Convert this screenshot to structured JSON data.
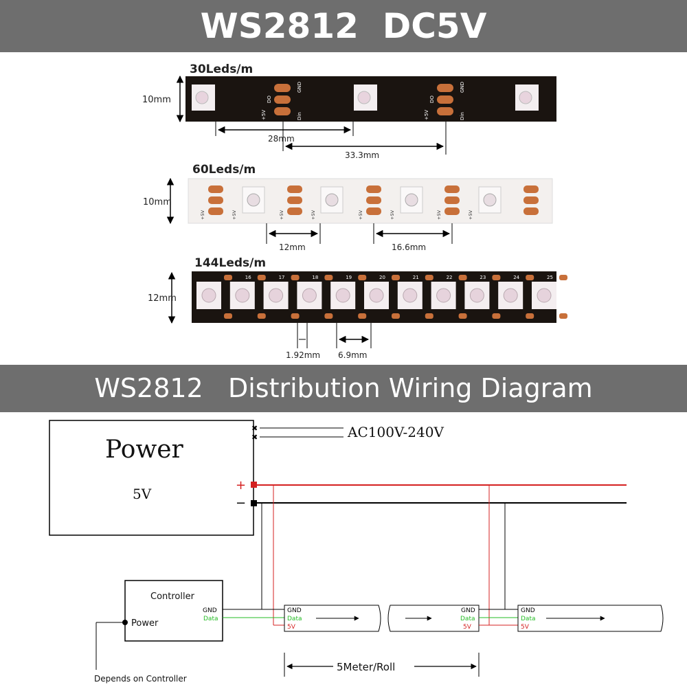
{
  "header_top": {
    "title": "WS2812  DC5V"
  },
  "header_bottom": {
    "title": "WS2812   Distribution Wiring Diagram"
  },
  "strips": [
    {
      "title": "30Leds/m",
      "height_label": "10mm",
      "dim_a": "28mm",
      "dim_b": "33.3mm"
    },
    {
      "title": "60Leds/m",
      "height_label": "10mm",
      "dim_a": "12mm",
      "dim_b": "16.6mm"
    },
    {
      "title": "144Leds/m",
      "height_label": "12mm",
      "dim_a": "1.92mm",
      "dim_b": "6.9mm"
    }
  ],
  "pad_text": {
    "v5": "+5V",
    "do": "DO",
    "din": "Din",
    "gnd": "GND"
  },
  "led_numbers": [
    "16",
    "17",
    "18",
    "19",
    "20",
    "21",
    "22",
    "23",
    "24",
    "25"
  ],
  "wiring": {
    "power_title": "Power",
    "power_voltage": "5V",
    "ac_label": "AC100V-240V",
    "plus": "+",
    "minus": "−",
    "controller_title": "Controller",
    "controller_power": "Power",
    "controller_gnd": "GND",
    "controller_data": "Data",
    "strip_gnd": "GND",
    "strip_data": "Data",
    "strip_5v": "5V",
    "roll_label": "5Meter/Roll",
    "depends_label": "Depends on Controller"
  },
  "colors": {
    "strip_black": "#1a1410",
    "strip_white": "#f3f0ee",
    "pad_copper": "#c8703a",
    "wire_red": "#d42020",
    "wire_green": "#22bb22",
    "band_gray": "#6e6e6e"
  }
}
